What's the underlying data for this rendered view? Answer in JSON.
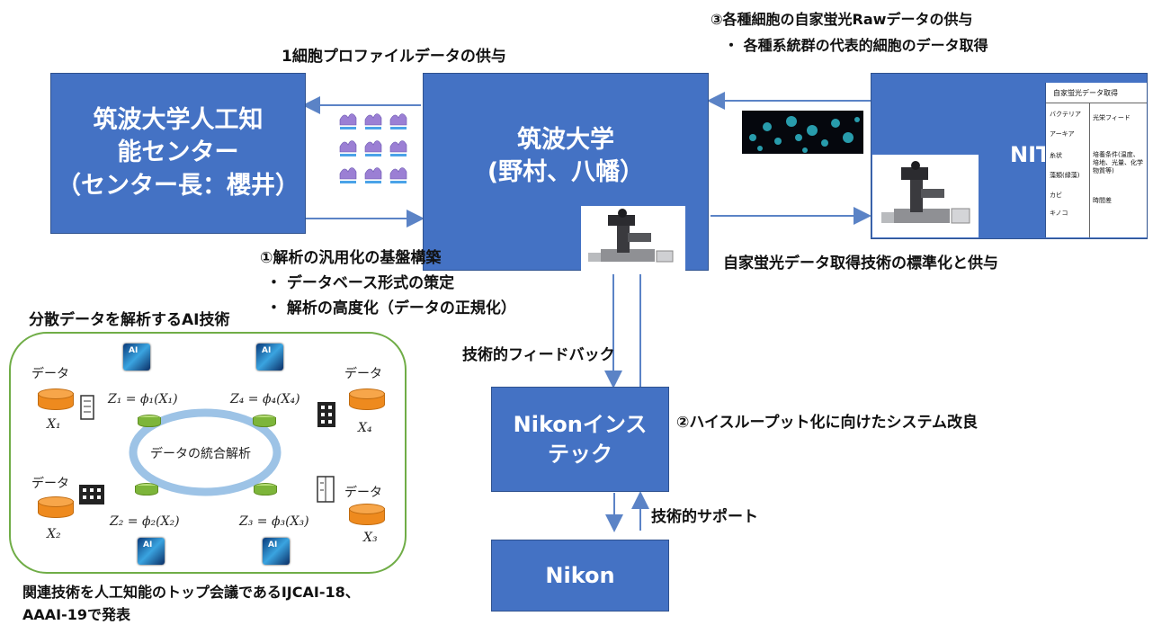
{
  "top_labels": {
    "provide_profile": "1細胞プロファイルデータの供与",
    "nite_title": "③各種細胞の自家蛍光Rawデータの供与",
    "nite_bullet": "・ 各種系統群の代表的細胞のデータ取得"
  },
  "boxes": {
    "ai_center": [
      "筑波大学人工知",
      "能センター",
      "（センター長：櫻井）"
    ],
    "tsukuba": [
      "筑波大学",
      "(野村、八幡）"
    ],
    "nite": "NITE",
    "nikon_instech": [
      "Nikonインス",
      "テック"
    ],
    "nikon": "Nikon"
  },
  "nite_table": {
    "title": "自家蛍光データ取得",
    "left": [
      "バクテリア",
      "アーキア",
      "糸状",
      "藻類(緑藻)",
      "カビ",
      "キノコ"
    ],
    "right": [
      "光栄フィード",
      "培養条件(温度、\n培地、光量、化学\n物質等)",
      "時間差"
    ]
  },
  "middle_labels": {
    "standardize": "自家蛍光データ取得技術の標準化と供与",
    "analysis_title": "①解析の汎用化の基盤構築",
    "analysis_b1": "・ データベース形式の策定",
    "analysis_b2": "・ 解析の高度化（データの正規化）",
    "tech_feedback": "技術的フィードバック",
    "high_throughput": "②ハイスループット化に向けたシステム改良",
    "tech_support": "技術的サポート"
  },
  "distributed": {
    "title": "分散データを解析するAI技術",
    "center": "データの統合解析",
    "data_label": "データ",
    "ai_label": "AI",
    "eq1": "Z₁ = ϕ₁(X₁)",
    "eq2": "Z₂ = ϕ₂(X₂)",
    "eq3": "Z₃ = ϕ₃(X₃)",
    "eq4": "Z₄ = ϕ₄(X₄)",
    "x1": "X₁",
    "x2": "X₂",
    "x3": "X₃",
    "x4": "X₄"
  },
  "bottom": {
    "line1": "関連技術を人工知能のトップ会議であるIJCAI-18、",
    "line2": "AAAI-19で発表"
  },
  "colors": {
    "box": "#4472c4",
    "arrow": "#5b83c6",
    "ellipse": "#9dc3e6",
    "rounded_border": "#70ad47"
  }
}
